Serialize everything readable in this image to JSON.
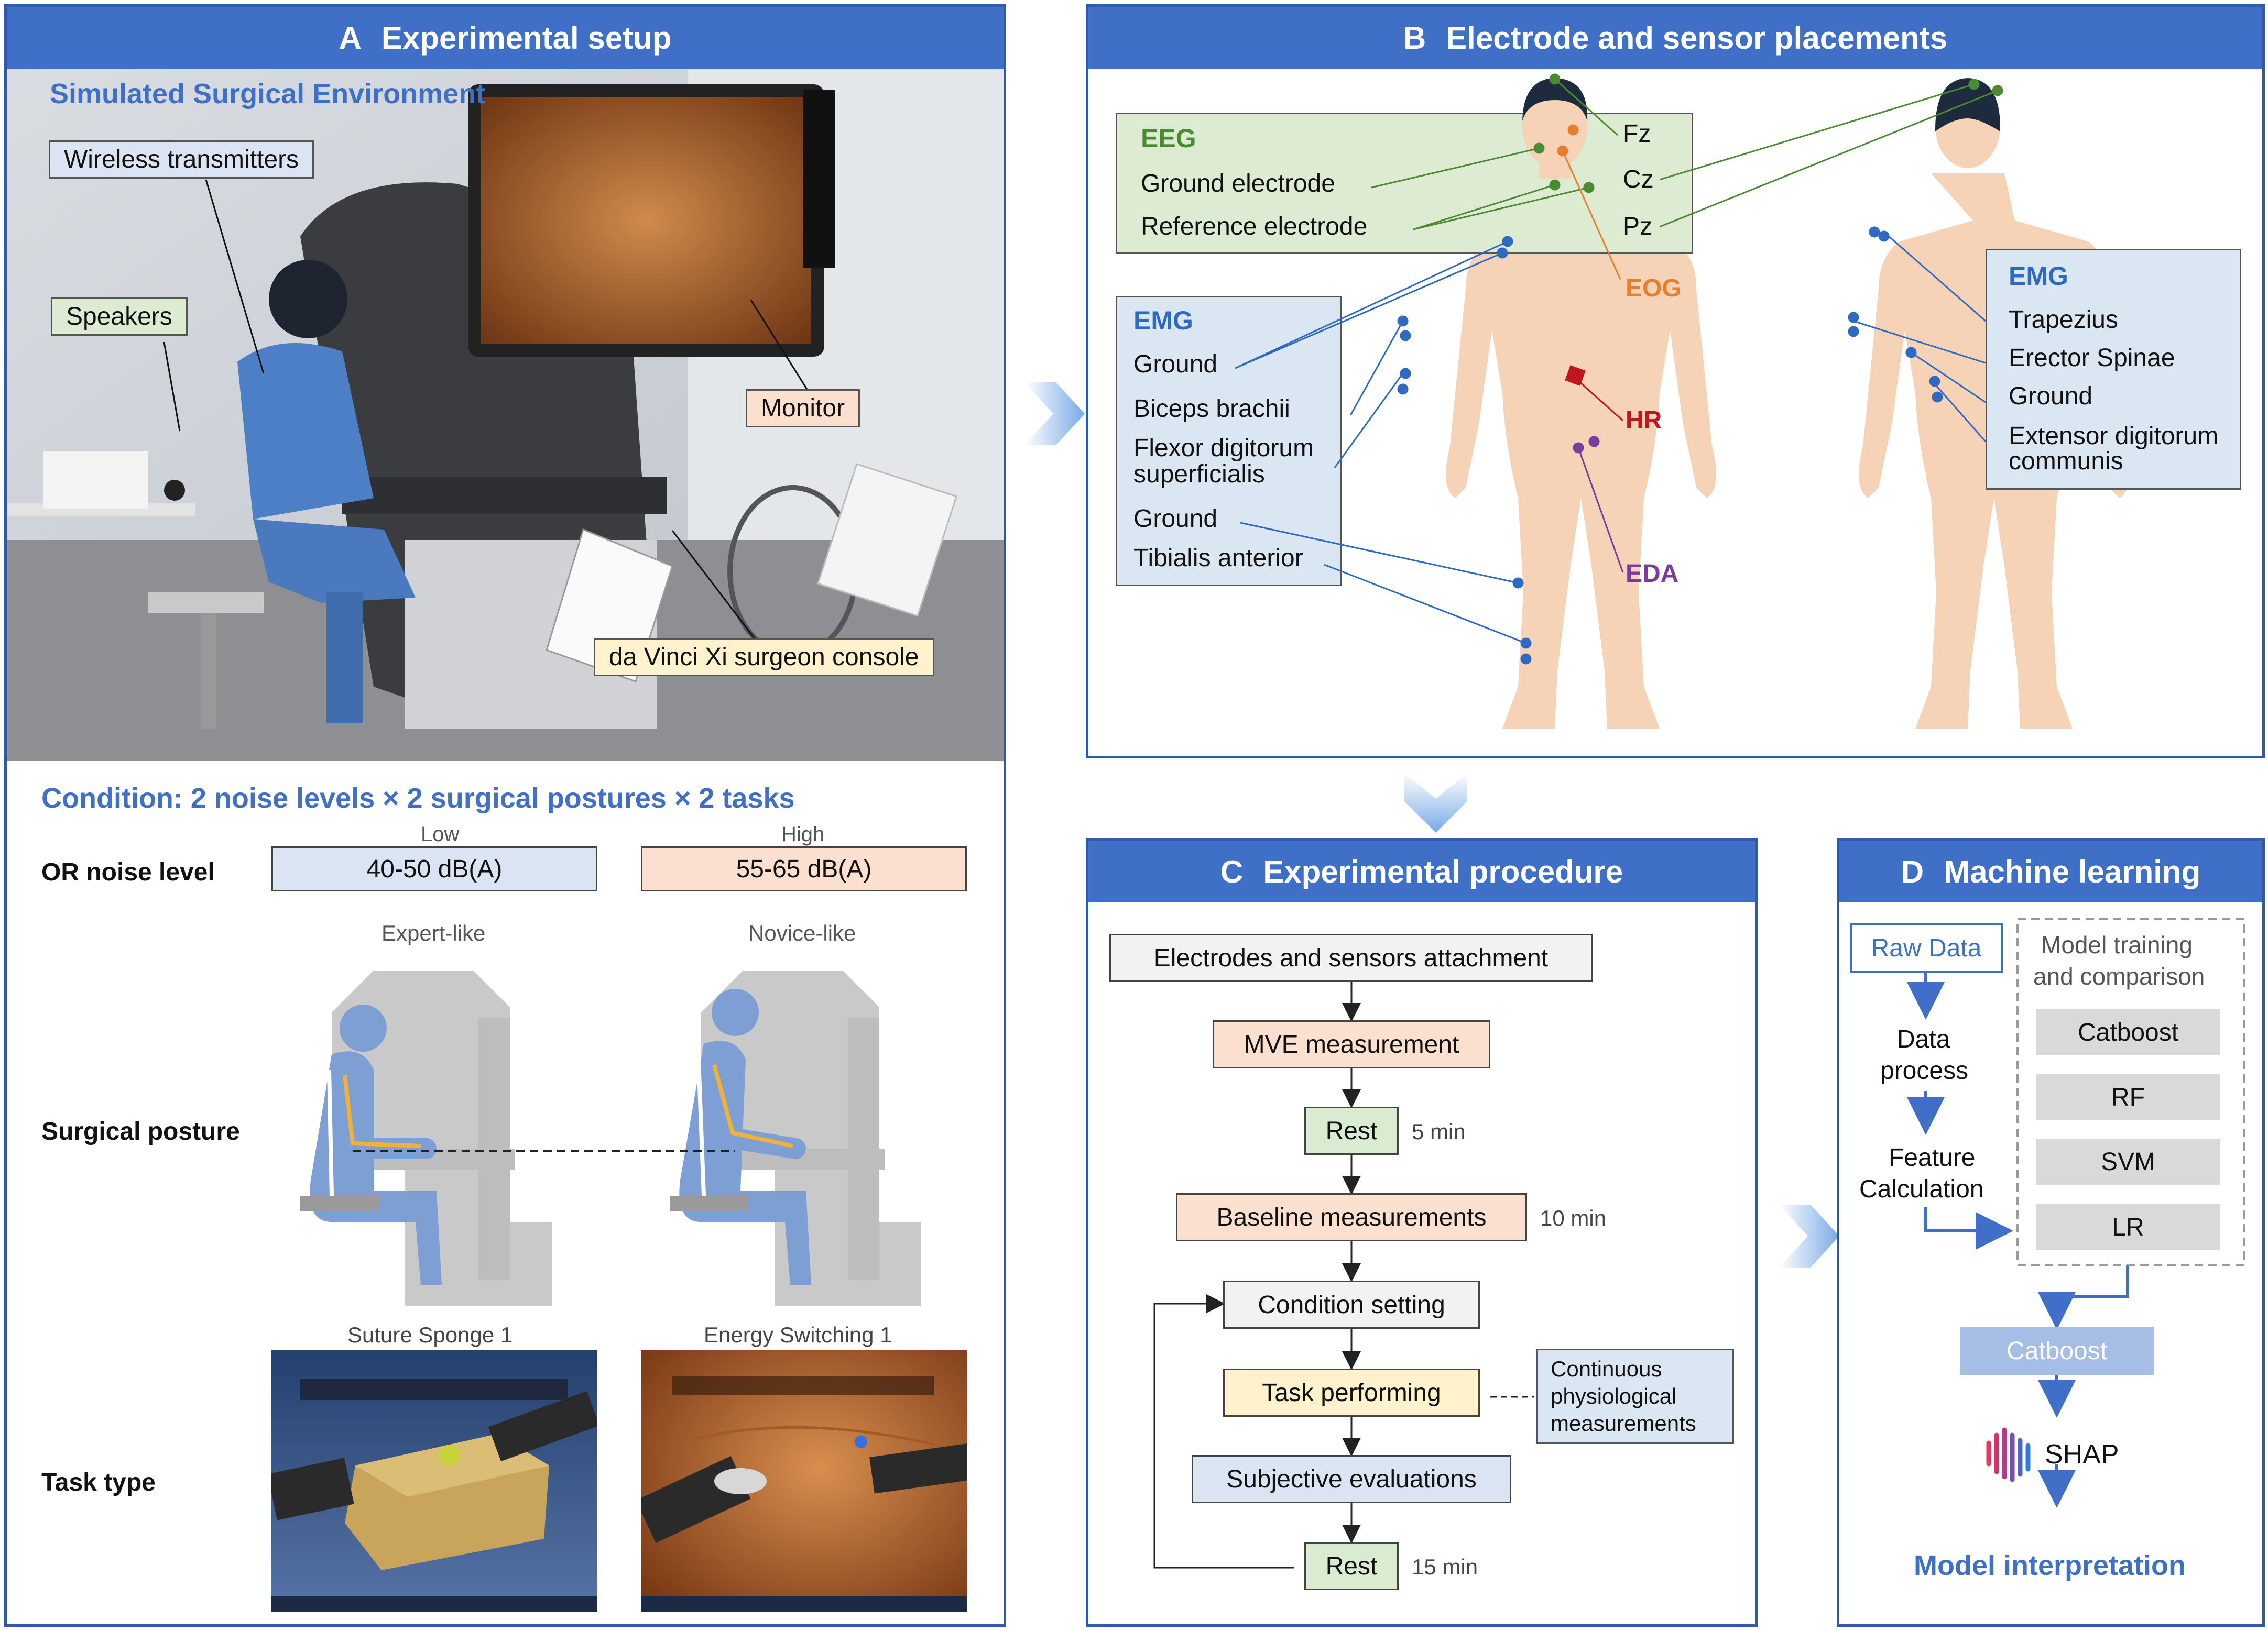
{
  "panel_a": {
    "letter": "A",
    "title": "Experimental setup",
    "photo_caption": "Simulated Surgical Environment",
    "tags": {
      "wireless": "Wireless transmitters",
      "speakers": "Speakers",
      "monitor": "Monitor",
      "console": "da Vinci Xi surgeon console"
    },
    "condition_title": "Condition: 2 noise levels × 2 surgical postures × 2 tasks",
    "noise": {
      "row_label": "OR noise level",
      "low_label": "Low",
      "low_value": "40-50 dB(A)",
      "high_label": "High",
      "high_value": "55-65 dB(A)"
    },
    "posture": {
      "row_label": "Surgical posture",
      "expert": "Expert-like",
      "novice": "Novice-like"
    },
    "task": {
      "row_label": "Task type",
      "task1": "Suture Sponge 1",
      "task2": "Energy Switching 1"
    }
  },
  "panel_b": {
    "letter": "B",
    "title": "Electrode and sensor placements",
    "eeg": {
      "heading": "EEG",
      "ground": "Ground electrode",
      "reference": "Reference electrode",
      "fz": "Fz",
      "cz": "Cz",
      "pz": "Pz"
    },
    "eog": "EOG",
    "hr": "HR",
    "eda": "EDA",
    "emg_front": {
      "heading": "EMG",
      "items": [
        "Ground",
        "Biceps brachii",
        "Flexor digitorum",
        "superficialis",
        "Ground",
        "Tibialis anterior"
      ]
    },
    "emg_back": {
      "heading": "EMG",
      "items": [
        "Trapezius",
        "Erector Spinae",
        "Ground",
        "Extensor digitorum",
        "communis"
      ]
    }
  },
  "panel_c": {
    "letter": "C",
    "title": "Experimental procedure",
    "steps": {
      "attach": "Electrodes and sensors attachment",
      "mve": "MVE measurement",
      "rest1": "Rest",
      "baseline": "Baseline measurements",
      "condition": "Condition setting",
      "task": "Task performing",
      "subjective": "Subjective evaluations",
      "rest2": "Rest"
    },
    "durations": {
      "rest1": "5 min",
      "baseline": "10 min",
      "rest2": "15 min"
    },
    "continuous": [
      "Continuous",
      "physiological",
      "measurements"
    ]
  },
  "panel_d": {
    "letter": "D",
    "title": "Machine learning",
    "raw": "Raw Data",
    "data_process": [
      "Data",
      "process"
    ],
    "feature": [
      "Feature",
      "Calculation"
    ],
    "model_training": [
      "Model training",
      "and comparison"
    ],
    "models": [
      "Catboost",
      "RF",
      "SVM",
      "LR"
    ],
    "selected": "Catboost",
    "shap": "SHAP",
    "interpretation": "Model interpretation"
  },
  "colors": {
    "header_blue": "#3f6fc6",
    "eeg_green": "#4a8a32",
    "eog_orange": "#e87d2e",
    "hr_red": "#c0161d",
    "eda_purple": "#7a3aa0",
    "emg_blue": "#2f6ac2",
    "skin": "#f6d2b6"
  }
}
